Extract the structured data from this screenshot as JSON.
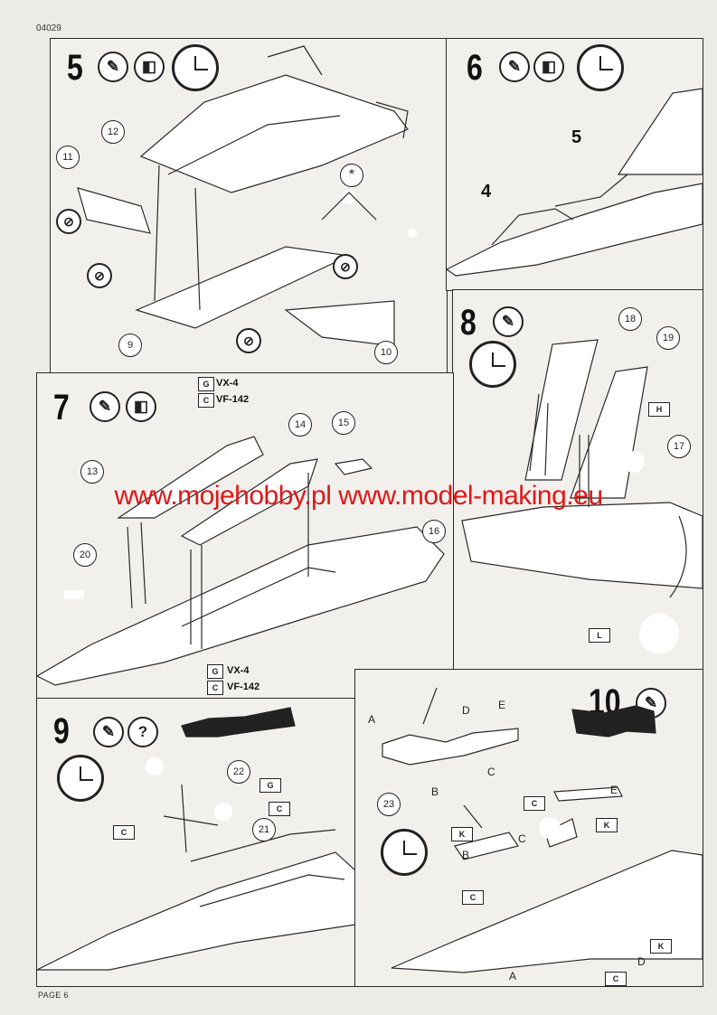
{
  "header": {
    "doc_code": "04029"
  },
  "footer": {
    "page_label": "PAGE 6"
  },
  "watermark": {
    "text": "www.mojehobby.pl www.model-making.eu"
  },
  "steps": {
    "s5": {
      "number": "5",
      "callouts": [
        "12",
        "11",
        "9",
        "10"
      ],
      "asterisk": "*"
    },
    "s6": {
      "number": "6",
      "labels": [
        "5",
        "4"
      ]
    },
    "s7": {
      "number": "7",
      "callouts": [
        "14",
        "15",
        "13",
        "16",
        "20"
      ],
      "variants_top": [
        "VX-4",
        "VF-142"
      ],
      "variants_bottom": [
        "VX-4",
        "VF-142"
      ],
      "decal_codes_top": [
        "G",
        "C"
      ],
      "decal_codes_bottom": [
        "G",
        "C"
      ]
    },
    "s8": {
      "number": "8",
      "callouts": [
        "18",
        "19",
        "17"
      ],
      "decals": [
        "H",
        "L"
      ]
    },
    "s9": {
      "number": "9",
      "question": "?",
      "callouts": [
        "22",
        "21"
      ],
      "decals": [
        "G",
        "C",
        "C"
      ]
    },
    "s10": {
      "number": "10",
      "callouts": [
        "23"
      ],
      "parts": {
        "a": "A",
        "b": "B",
        "c": "C",
        "d": "D",
        "e": "E"
      },
      "decals": [
        "C",
        "K",
        "K",
        "C",
        "K",
        "C"
      ]
    }
  },
  "icons": {
    "glue": "glue-tube-icon",
    "paint": "paint-bottle-icon",
    "clock": "drying-clock-icon",
    "question": "question-icon",
    "no_glue": "no-glue-icon"
  }
}
